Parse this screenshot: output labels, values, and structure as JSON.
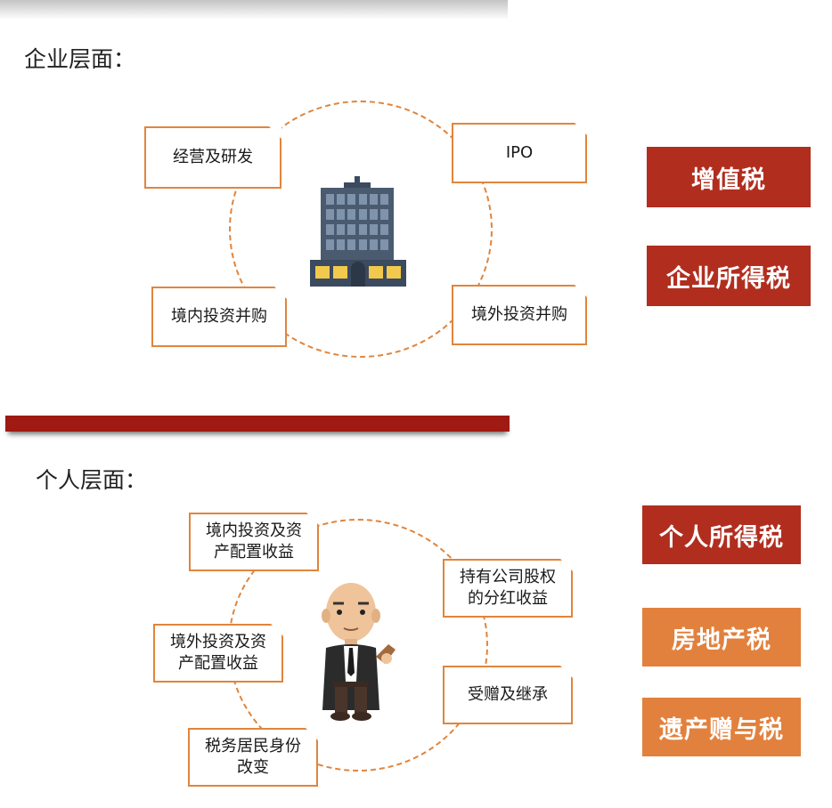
{
  "corporate": {
    "title": "企业层面：",
    "items": [
      {
        "label": "经营及研发"
      },
      {
        "label": "IPO"
      },
      {
        "label": "境内投资并购"
      },
      {
        "label": "境外投资并购"
      }
    ],
    "taxes": [
      {
        "label": "增值税"
      },
      {
        "label": "企业所得税"
      }
    ]
  },
  "personal": {
    "title": "个人层面：",
    "items": [
      {
        "line1": "境内投资及资",
        "line2": "产配置收益"
      },
      {
        "line1": "持有公司股权",
        "line2": "的分红收益"
      },
      {
        "line1": "境外投资及资",
        "line2": "产配置收益"
      },
      {
        "line1": "受赠及继承",
        "line2": ""
      },
      {
        "line1": "税务居民身份",
        "line2": "改变"
      }
    ],
    "taxes": [
      {
        "label": "个人所得税"
      },
      {
        "label": "房地产税"
      },
      {
        "label": "遗产赠与税"
      }
    ]
  },
  "colors": {
    "accent_orange": "#e0853d",
    "tax_red": "#b12e1f",
    "tax_orange": "#e2813d",
    "bar_red": "#9e1a12"
  },
  "icons": {
    "corporate": "office-building-icon",
    "personal": "businessman-icon"
  }
}
